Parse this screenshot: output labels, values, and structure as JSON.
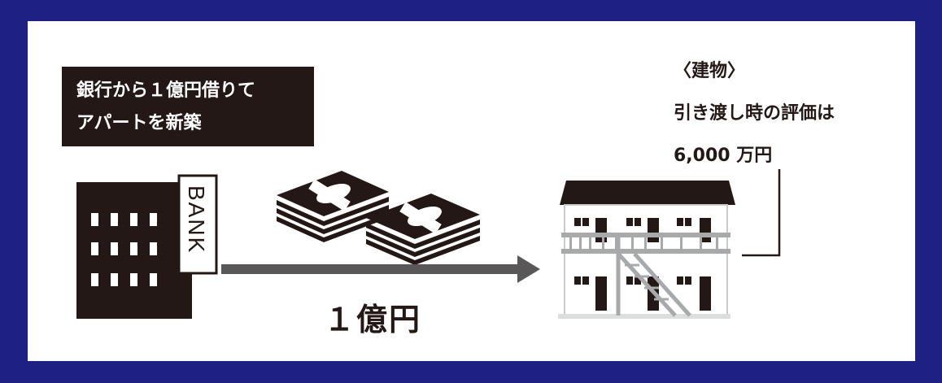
{
  "left_note": {
    "line1": "銀行から１億円借りて",
    "line2": "アパートを新築"
  },
  "building_note": {
    "heading": "〈建物〉",
    "line1": "引き渡し時の評価は",
    "line2": "6,000 万円"
  },
  "bank_sign": "BANK",
  "transfer_amount": "１億円",
  "colors": {
    "background": "#1e2083",
    "panel": "#ffffff",
    "ink": "#231815",
    "arrow": "#595757",
    "house_gray": "#c9caca"
  }
}
